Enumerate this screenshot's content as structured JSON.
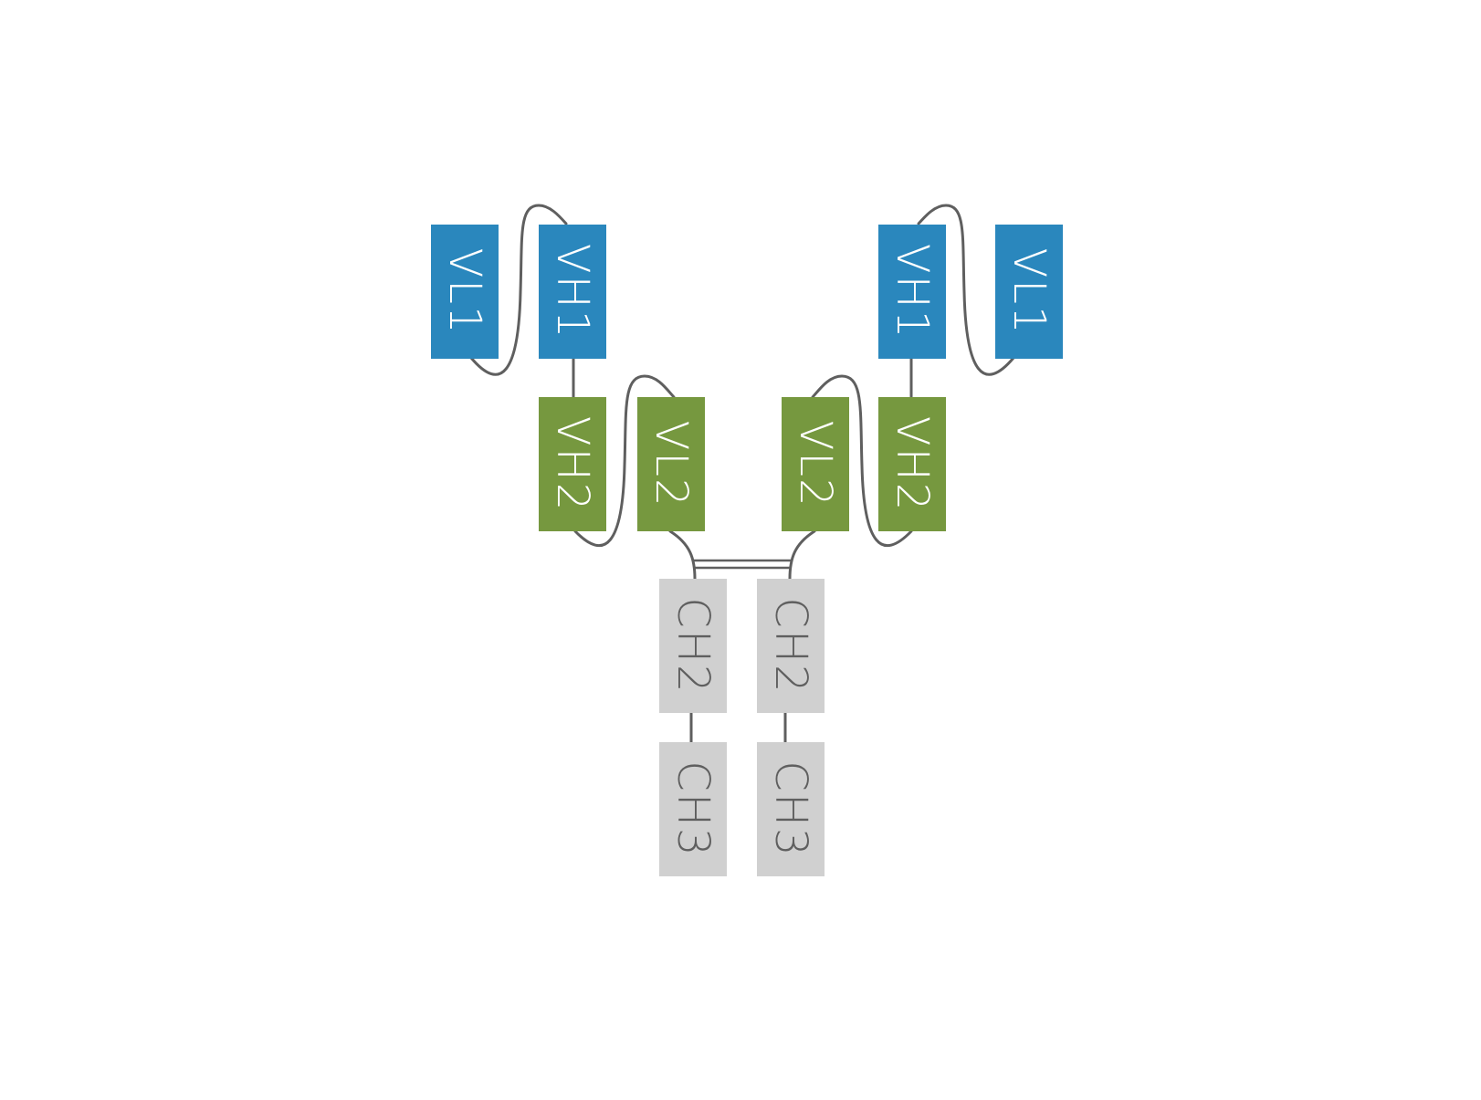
{
  "colors": {
    "blue": "#2a87bd",
    "green": "#76983f",
    "grey": "#d0d0d0",
    "line": "#5f5f5f",
    "text_light": "#ffffff",
    "text_dark": "#5f5f5f"
  },
  "domains": [
    {
      "id": "vl1-left",
      "label": "VL1",
      "color": "blue"
    },
    {
      "id": "vh1-left",
      "label": "VH1",
      "color": "blue"
    },
    {
      "id": "vh2-left",
      "label": "VH2",
      "color": "green"
    },
    {
      "id": "vl2-left",
      "label": "VL2",
      "color": "green"
    },
    {
      "id": "vl2-right",
      "label": "VL2",
      "color": "green"
    },
    {
      "id": "vh2-right",
      "label": "VH2",
      "color": "green"
    },
    {
      "id": "vh1-right",
      "label": "VH1",
      "color": "blue"
    },
    {
      "id": "vl1-right",
      "label": "VL1",
      "color": "blue"
    },
    {
      "id": "ch2-left",
      "label": "CH2",
      "color": "grey"
    },
    {
      "id": "ch3-left",
      "label": "CH3",
      "color": "grey"
    },
    {
      "id": "ch2-right",
      "label": "CH2",
      "color": "grey"
    },
    {
      "id": "ch3-right",
      "label": "CH3",
      "color": "grey"
    }
  ]
}
